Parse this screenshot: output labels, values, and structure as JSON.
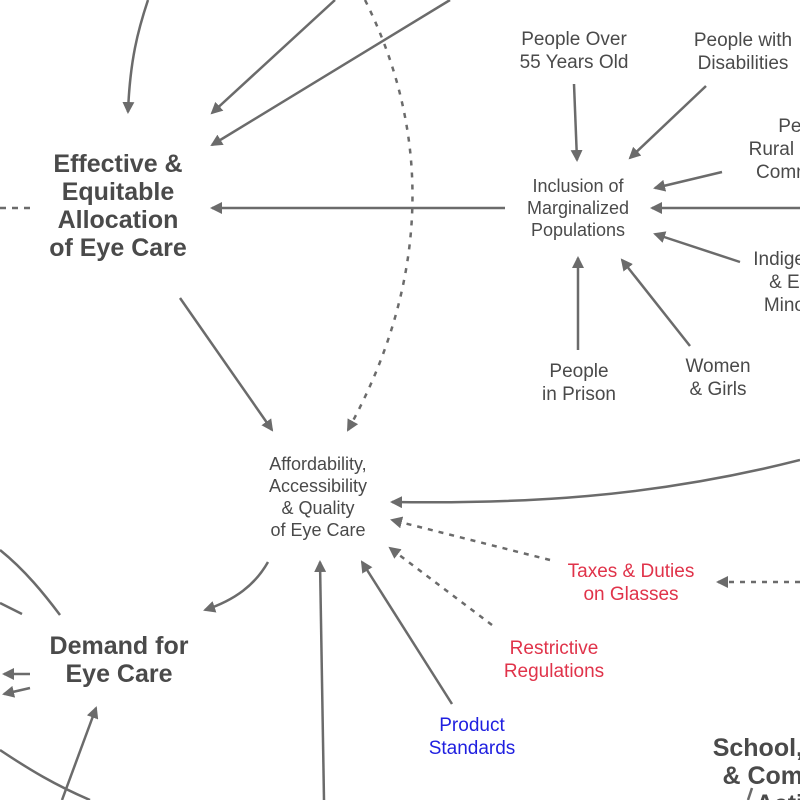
{
  "colors": {
    "edge": "#6b6b6b",
    "text": "#4a4a4a",
    "negative": "#e0334a",
    "neutral_blue": "#1f1fe0",
    "background": "#ffffff"
  },
  "nodes": {
    "effective_allocation": [
      "Effective &",
      "Equitable",
      "Allocation",
      "of Eye Care"
    ],
    "inclusion": [
      "Inclusion of",
      "Marginalized",
      "Populations"
    ],
    "people_over_55": [
      "People Over",
      "55 Years Old"
    ],
    "people_disabilities": [
      "People with",
      "Disabilities"
    ],
    "people_rural": [
      "Peo",
      "Rural &",
      "Comm"
    ],
    "indigenous": [
      "Indige",
      "& Et",
      "Mino"
    ],
    "people_prison": [
      "People",
      "in Prison"
    ],
    "women_girls": [
      "Women",
      "& Girls"
    ],
    "affordability": [
      "Affordability,",
      "Accessibility",
      "& Quality",
      "of Eye Care"
    ],
    "taxes": [
      "Taxes & Duties",
      "on Glasses"
    ],
    "restrictive": [
      "Restrictive",
      "Regulations"
    ],
    "product_standards": [
      "Product",
      "Standards"
    ],
    "demand": [
      "Demand for",
      "Eye Care"
    ],
    "school": [
      "School,",
      "& Com",
      "Acti"
    ]
  }
}
